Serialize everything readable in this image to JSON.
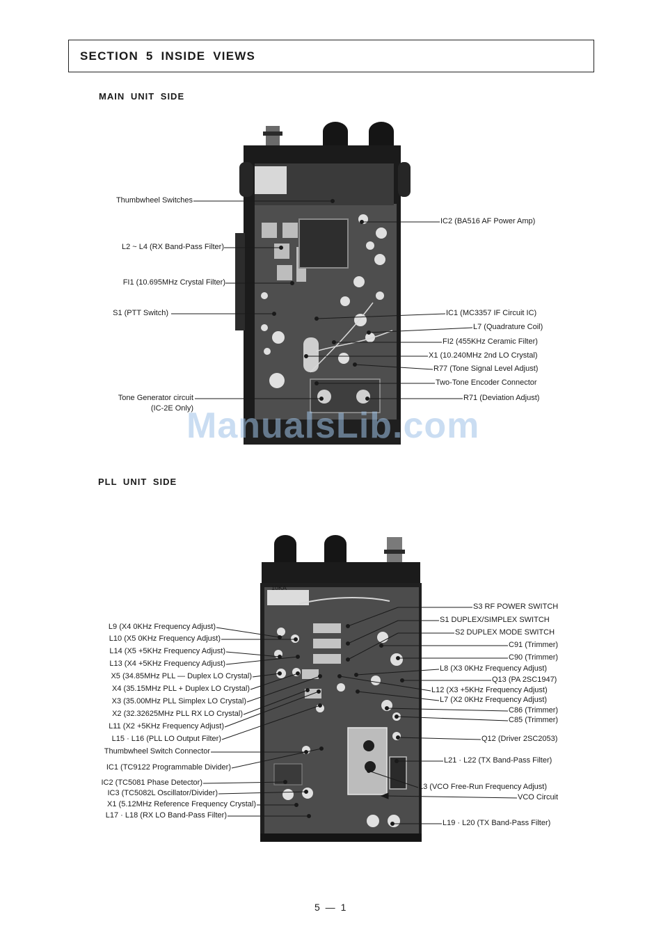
{
  "section": {
    "title": "SECTION 5 INSIDE VIEWS"
  },
  "main_unit": {
    "heading": "MAIN UNIT SIDE",
    "left_labels": [
      "Thumbwheel Switches",
      "L2 ~ L4 (RX Band-Pass Filter)",
      "FI1 (10.695MHz Crystal Filter)",
      "S1 (PTT Switch)",
      "Tone Generator circuit",
      "(IC-2E Only)"
    ],
    "right_labels": [
      "IC2 (BA516 AF Power Amp)",
      "IC1 (MC3357 IF Circuit IC)",
      "L7 (Quadrature Coil)",
      "FI2 (455KHz Ceramic Filter)",
      "X1 (10.240MHz 2nd LO Crystal)",
      "R77 (Tone Signal Level Adjust)",
      "Two-Tone Encoder Connector",
      "R71 (Deviation Adjust)"
    ]
  },
  "pll_unit": {
    "heading": "PLL UNIT SIDE",
    "photo_text": "10KA",
    "left_labels": [
      "L9 (X4 0KHz Frequency Adjust)",
      "L10 (X5 0KHz Frequency Adjust)",
      "L14 (X5 +5KHz Frequency Adjust)",
      "L13 (X4 +5KHz Frequency Adjust)",
      "X5 (34.85MHz PLL — Duplex LO Crystal)",
      "X4 (35.15MHz PLL + Duplex LO Crystal)",
      "X3 (35.00MHz PLL Simplex LO Crystal)",
      "X2 (32.32625MHz PLL RX LO Crystal)",
      "L11 (X2 +5KHz Frequency Adjust)",
      "L15 · L16 (PLL LO Output Filter)",
      "Thumbwheel Switch Connector",
      "IC1 (TC9122 Programmable Divider)",
      "IC2 (TC5081 Phase Detector)",
      "IC3 (TC5082L Oscillator/Divider)",
      "X1 (5.12MHz Reference Frequency Crystal)",
      "L17 · L18 (RX LO Band-Pass Filter)"
    ],
    "right_labels": [
      "S3 RF POWER SWITCH",
      "S1 DUPLEX/SIMPLEX SWITCH",
      "S2 DUPLEX MODE SWITCH",
      "C91 (Trimmer)",
      "C90 (Trimmer)",
      "L8 (X3 0KHz Frequency Adjust)",
      "Q13 (PA 2SC1947)",
      "L12 (X3 +5KHz Frequency Adjust)",
      "L7 (X2 0KHz Frequency Adjust)",
      "C86 (Trimmer)",
      "C85 (Trimmer)",
      "Q12 (Driver 2SC2053)",
      "L21 · L22 (TX Band-Pass Filter)",
      "L3 (VCO Free-Run Frequency Adjust)",
      "VCO Circuit",
      "L19 · L20 (TX Band-Pass Filter)"
    ]
  },
  "watermark": "ManualsLib.com",
  "page_number": "5 — 1",
  "colors": {
    "ink": "#1a1a1a",
    "photo_dark": "#1b1b1b",
    "photo_mid": "#5a5a5a",
    "watermark": "#9fc3e8"
  }
}
